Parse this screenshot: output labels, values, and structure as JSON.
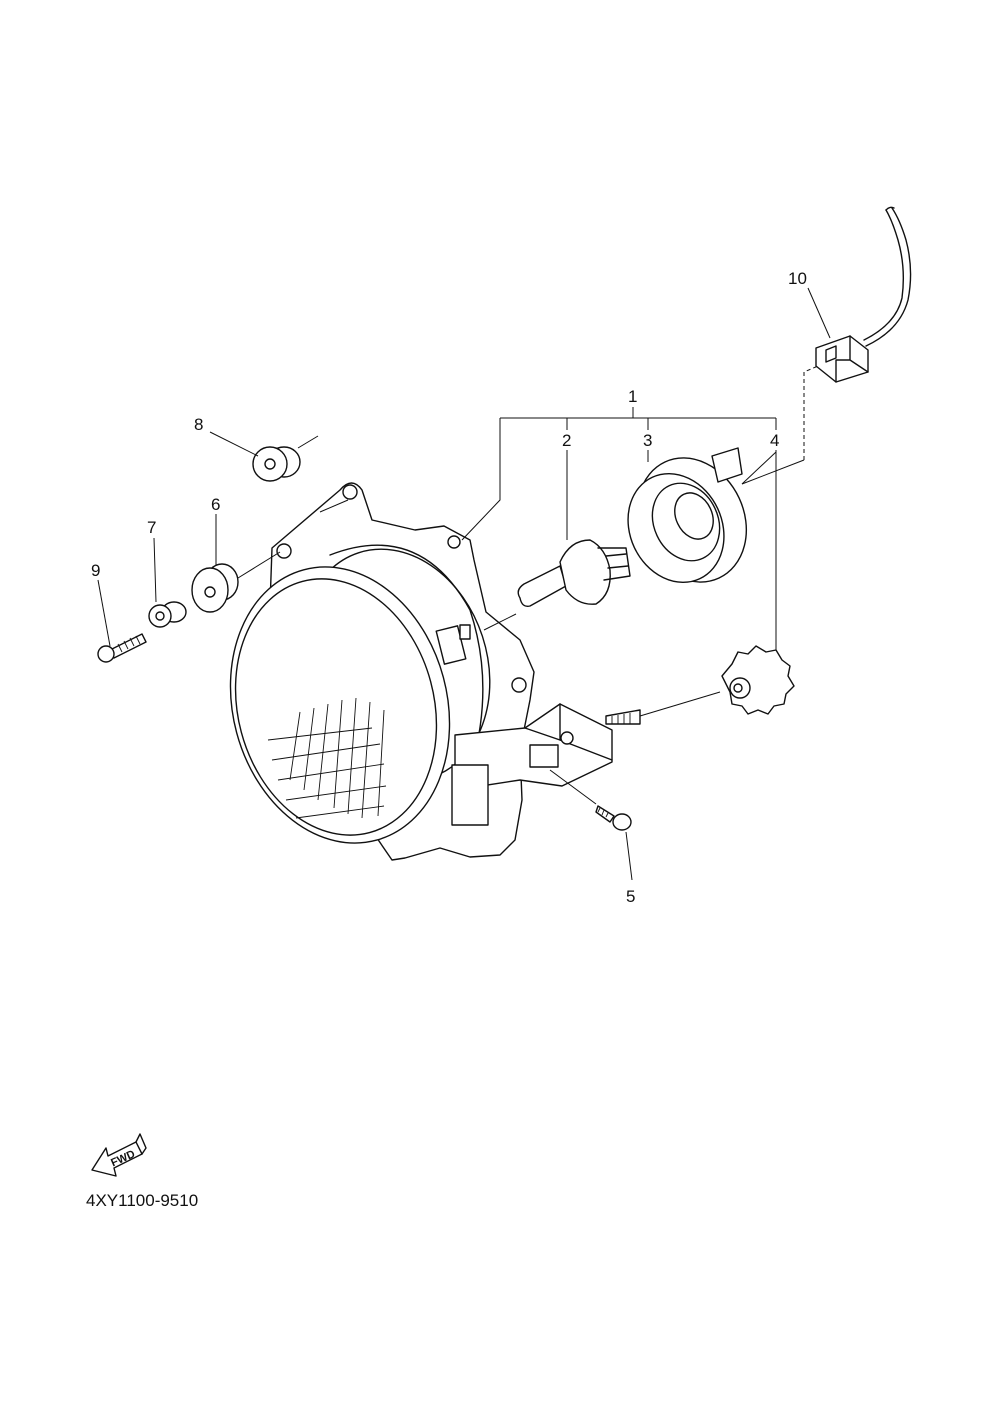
{
  "callouts": {
    "c1": "1",
    "c2": "2",
    "c3": "3",
    "c4": "4",
    "c5": "5",
    "c6": "6",
    "c7": "7",
    "c8": "8",
    "c9": "9",
    "c10": "10"
  },
  "fwd_label": "FWD",
  "diagram_code": "4XY1100-9510"
}
